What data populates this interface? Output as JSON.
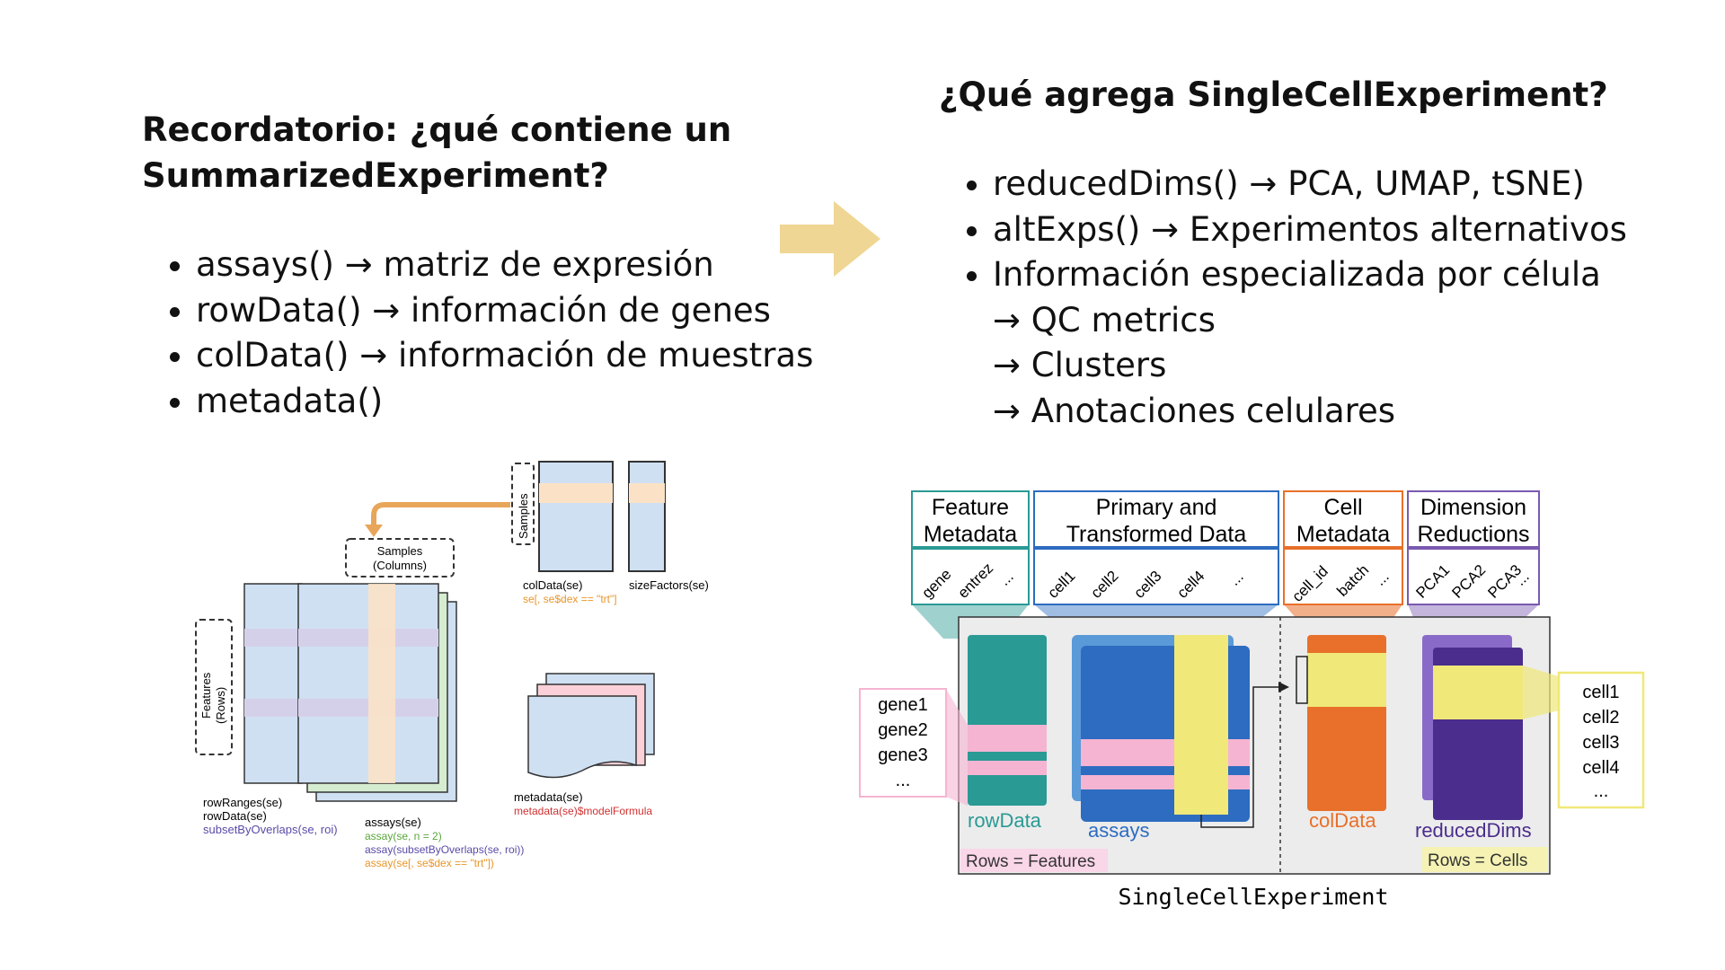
{
  "left": {
    "title_line1": "Recordatorio: ¿qué contiene un",
    "title_line2": "SummarizedExperiment?",
    "bullets": [
      "assays() → matriz de expresión",
      "rowData() → información de genes",
      "colData() → información de muestras",
      "metadata()"
    ],
    "figure": {
      "samples_label": "Samples",
      "samples_columns": [
        "Samples",
        "(Columns)"
      ],
      "features_rows": [
        "Features",
        "(Rows)"
      ],
      "coldata": "colData(se)",
      "coldata_sub": "se[, se$dex == \"trt\"]",
      "sizefactors": "sizeFactors(se)",
      "rowranges": "rowRanges(se)",
      "rowdata": "rowData(se)",
      "subset": "subsetByOverlaps(se, roi)",
      "assays": "assays(se)",
      "assay_n": "assay(se, n = 2)",
      "assay_subset": "assay(subsetByOverlaps(se, roi))",
      "assay_trt": "assay(se[, se$dex == \"trt\"])",
      "metadata": "metadata(se)",
      "metadata_formula": "metadata(se)$modelFormula"
    }
  },
  "right": {
    "title": "¿Qué agrega SingleCellExperiment?",
    "bullets": [
      "reducedDims() →  PCA, UMAP, tSNE)",
      "altExps() → Experimentos alternativos",
      "Información especializada por célula"
    ],
    "sub_items": [
      "→ QC metrics",
      "→ Clusters",
      "→ Anotaciones celulares"
    ],
    "figure": {
      "header_feature": [
        "Feature",
        "Metadata"
      ],
      "header_primary": [
        "Primary and",
        "Transformed Data"
      ],
      "header_cell": [
        "Cell",
        "Metadata"
      ],
      "header_dim": [
        "Dimension",
        "Reductions"
      ],
      "feature_cols": [
        "gene",
        "entrez",
        "..."
      ],
      "primary_cols": [
        "cell1",
        "cell2",
        "cell3",
        "cell4",
        "..."
      ],
      "cell_cols": [
        "cell_id",
        "batch",
        "..."
      ],
      "dim_cols": [
        "PCA1",
        "PCA2",
        "PCA3",
        "..."
      ],
      "genes": [
        "gene1",
        "gene2",
        "gene3",
        "..."
      ],
      "cells": [
        "cell1",
        "cell2",
        "cell3",
        "cell4",
        "..."
      ],
      "rowdata": "rowData",
      "assays": "assays",
      "coldata": "colData",
      "reduceddims": "reducedDims",
      "rows_features": "Rows = Features",
      "rows_cells": "Rows = Cells",
      "caption": "SingleCellExperiment"
    }
  },
  "colors": {
    "arrow": "#f0d694",
    "teal": "#2a9a94",
    "blue": "#2d6cc0",
    "orange": "#e8702a",
    "purple": "#4a2d8c",
    "yellow": "#f0e878",
    "pink": "#f5b4d2"
  }
}
